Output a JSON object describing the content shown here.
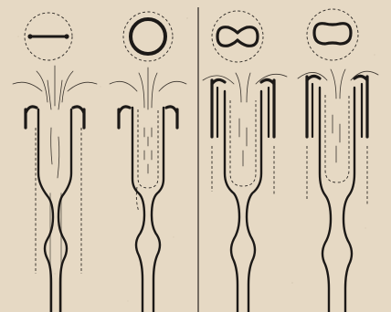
{
  "figure": {
    "background_color": "#e6d9c4",
    "ink_color": "#1c1917",
    "panels": [
      {
        "group": "left",
        "cross_section_shape": "flat-closed",
        "state": "dry-open"
      },
      {
        "group": "left",
        "cross_section_shape": "round-open",
        "state": "filling"
      },
      {
        "group": "right",
        "cross_section_shape": "figure-eight",
        "state": "pressed"
      },
      {
        "group": "right",
        "cross_section_shape": "rounded-oval",
        "state": "expanded"
      }
    ]
  }
}
